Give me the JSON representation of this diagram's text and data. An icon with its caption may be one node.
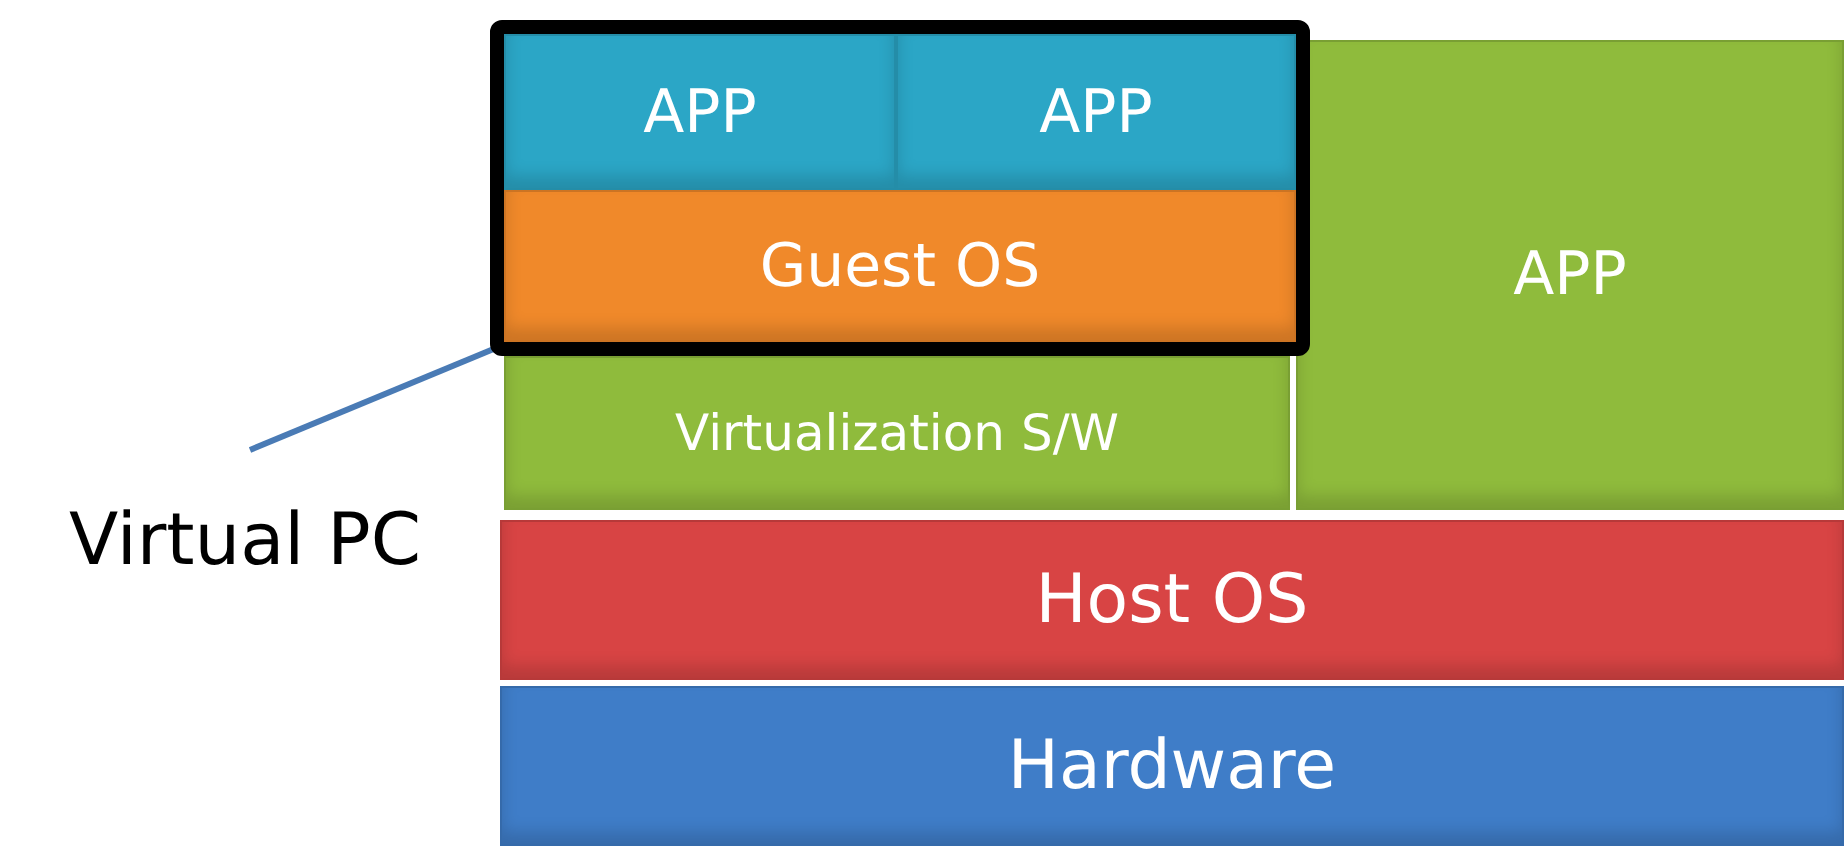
{
  "diagram": {
    "nodes": [
      {
        "text": [],
        "shape": "box"
      },
      {
        "text": [
          "APP"
        ],
        "in": 0
      },
      {
        "text": [
          "APP"
        ],
        "in": 0
      },
      {
        "text": [
          "Guest OS"
        ],
        "in": 0
      },
      {
        "text": [
          "APP"
        ]
      },
      {
        "text": [
          "Virtualization S/W"
        ]
      },
      {
        "text": [
          "Host OS"
        ]
      },
      {
        "text": [
          "Hardware"
        ]
      },
      {
        "text": [
          "Virtual PC"
        ]
      }
    ],
    "edges": [
      {
        "from": 8,
        "to": 0,
        "arrow": "none"
      }
    ]
  }
}
